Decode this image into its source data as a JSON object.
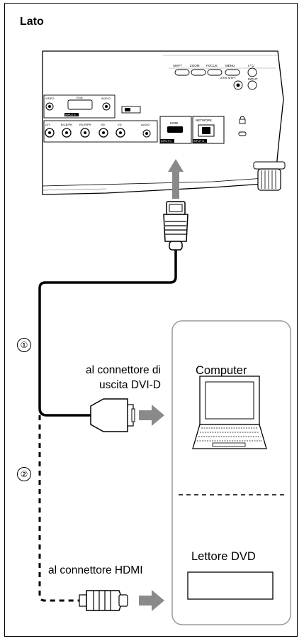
{
  "title": "Lato",
  "projector": {
    "buttons": [
      "SHIFT",
      "ZOOM",
      "FOCUS",
      "MENU",
      "I / ⏻"
    ],
    "lens_shift_label": "LENS SHIFT",
    "input_button": "INPUT",
    "input_a_labels": [
      "VIDEO",
      "RGB",
      "AUDIO"
    ],
    "input_a_tag": "INPUT A",
    "input_b_labels": [
      "G/Y",
      "B/CB/PB",
      "R/CR/PR",
      "HD",
      "VD",
      "AUDIO"
    ],
    "hdmi_label": "HDMI",
    "input_c_tag": "INPUT C",
    "network_label": "NETWORK",
    "input_d_tag": "INPUT D"
  },
  "markers": {
    "one": "①",
    "two": "②"
  },
  "labels": {
    "dvi_line1": "al connettore di",
    "dvi_line2": "uscita DVI-D",
    "hdmi_connector": "al connettore HDMI"
  },
  "devices": {
    "computer": "Computer",
    "dvd": "Lettore DVD"
  },
  "colors": {
    "arrow": "#8a8a8a",
    "box_border": "#9a9a9a",
    "cable": "#000000"
  }
}
